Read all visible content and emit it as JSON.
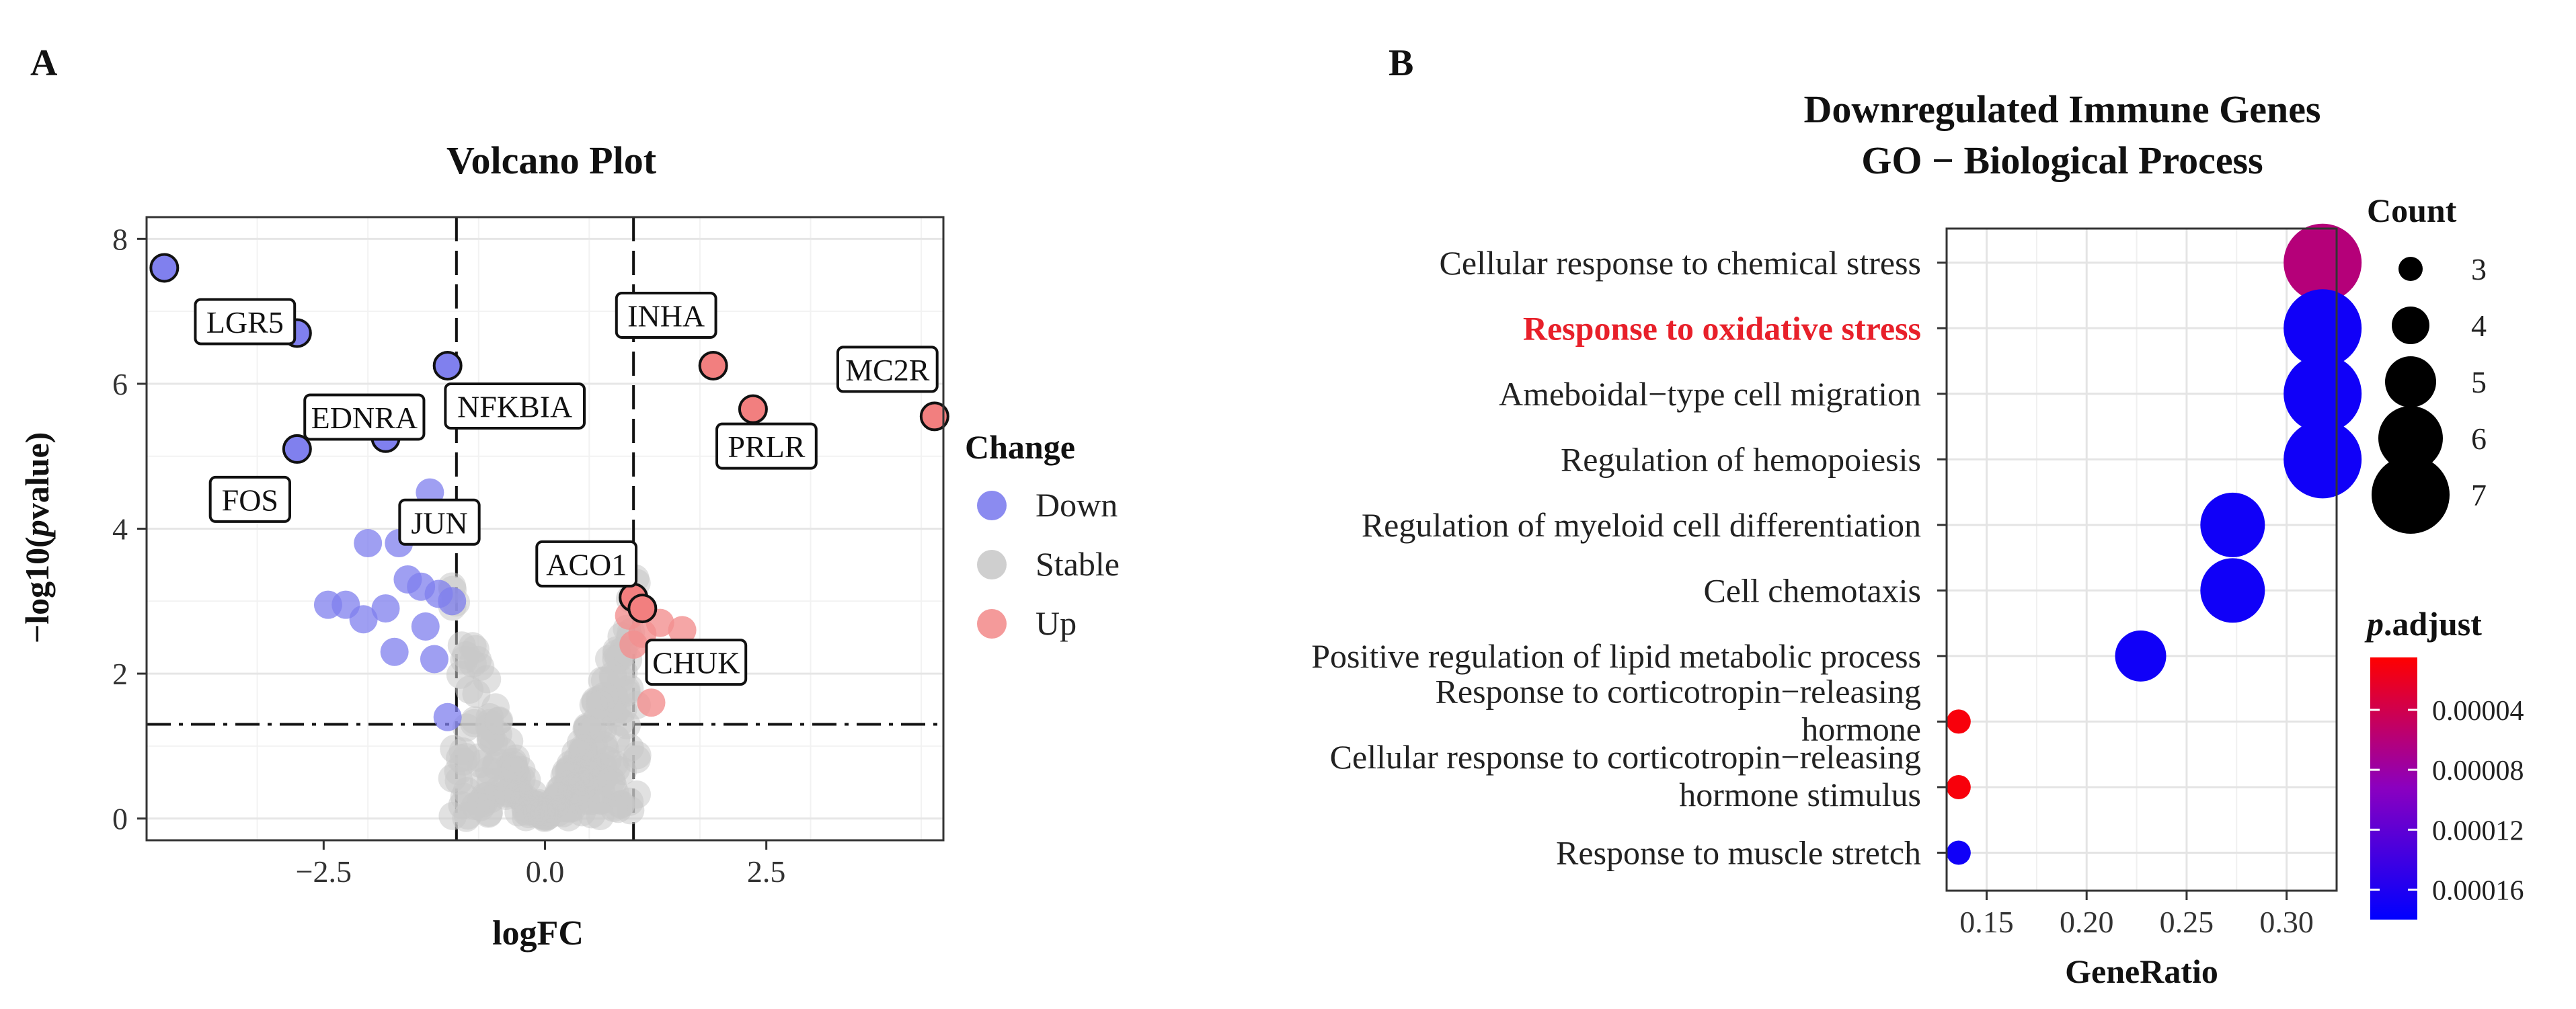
{
  "panels": {
    "a_label": "A",
    "b_label": "B"
  },
  "chart_data": [
    {
      "type": "scatter",
      "panel": "A",
      "title": "Volcano Plot",
      "xlabel": "logFC",
      "ylabel_prefix": "−log10(",
      "ylabel_italic": "p",
      "ylabel_suffix": "value)",
      "xlim": [
        -4.5,
        4.5
      ],
      "ylim": [
        -0.3,
        8.3
      ],
      "xticks": [
        -2.5,
        0.0,
        2.5
      ],
      "xtick_labels": [
        "−2.5",
        "0.0",
        "2.5"
      ],
      "yticks": [
        0,
        2,
        4,
        6,
        8
      ],
      "ytick_labels": [
        "0",
        "2",
        "4",
        "6",
        "8"
      ],
      "grid": true,
      "threshold_x": [
        -1,
        1
      ],
      "threshold_y": 1.3,
      "legend": {
        "title": "Change",
        "position": "right",
        "entries": [
          {
            "label": "Down",
            "color": "#8b8bf0"
          },
          {
            "label": "Stable",
            "color": "#cfcfcf"
          },
          {
            "label": "Up",
            "color": "#f49a9a"
          }
        ]
      },
      "labeled_points": [
        {
          "name": "LGR5",
          "x": -4.3,
          "y": 7.6,
          "group": "Down"
        },
        {
          "name": "EDNRA",
          "x": -2.8,
          "y": 6.7,
          "group": "Down"
        },
        {
          "name": "NFKBIA",
          "x": -1.1,
          "y": 6.25,
          "group": "Down"
        },
        {
          "name": "JUN",
          "x": -1.8,
          "y": 5.25,
          "group": "Down"
        },
        {
          "name": "FOS",
          "x": -2.8,
          "y": 5.1,
          "group": "Down"
        },
        {
          "name": "INHA",
          "x": 1.9,
          "y": 6.25,
          "group": "Up"
        },
        {
          "name": "PRLR",
          "x": 2.35,
          "y": 5.65,
          "group": "Up"
        },
        {
          "name": "MC2R",
          "x": 4.4,
          "y": 5.55,
          "group": "Up"
        },
        {
          "name": "ACO1",
          "x": 1.0,
          "y": 3.05,
          "group": "Up"
        },
        {
          "name": "CHUK",
          "x": 1.1,
          "y": 2.9,
          "group": "Up"
        }
      ],
      "down_points": [
        [
          -1.3,
          4.5
        ],
        [
          -2.0,
          3.8
        ],
        [
          -1.65,
          3.8
        ],
        [
          -1.55,
          3.3
        ],
        [
          -2.45,
          2.95
        ],
        [
          -2.25,
          2.95
        ],
        [
          -2.05,
          2.75
        ],
        [
          -1.8,
          2.9
        ],
        [
          -1.2,
          3.1
        ],
        [
          -1.05,
          3.0
        ],
        [
          -1.35,
          2.65
        ],
        [
          -1.7,
          2.3
        ],
        [
          -1.25,
          2.2
        ],
        [
          -1.1,
          1.4
        ],
        [
          -1.4,
          3.2
        ]
      ],
      "up_points": [
        [
          1.3,
          2.7
        ],
        [
          1.55,
          2.6
        ],
        [
          1.0,
          2.4
        ],
        [
          1.2,
          1.6
        ],
        [
          1.1,
          2.55
        ],
        [
          0.95,
          2.8
        ]
      ]
    },
    {
      "type": "scatter",
      "subtype": "dotplot",
      "panel": "B",
      "title": [
        "Downregulated Immune Genes",
        "GO − Biological Process"
      ],
      "xlabel": "GeneRatio",
      "xlim": [
        0.13,
        0.325
      ],
      "xticks": [
        0.15,
        0.2,
        0.25,
        0.3
      ],
      "xtick_labels": [
        "0.15",
        "0.20",
        "0.25",
        "0.30"
      ],
      "grid": true,
      "highlight_color": "#e8202a",
      "terms": [
        {
          "label": [
            "Cellular response to chemical stress"
          ],
          "gene_ratio": 0.318,
          "count": 7,
          "p_adjust": 6e-05,
          "highlight": false
        },
        {
          "label": [
            "Response to oxidative stress"
          ],
          "gene_ratio": 0.318,
          "count": 7,
          "p_adjust": 0.00017,
          "highlight": true
        },
        {
          "label": [
            "Ameboidal−type cell migration"
          ],
          "gene_ratio": 0.318,
          "count": 7,
          "p_adjust": 0.00017,
          "highlight": false
        },
        {
          "label": [
            "Regulation of hemopoiesis"
          ],
          "gene_ratio": 0.318,
          "count": 7,
          "p_adjust": 0.00017,
          "highlight": false
        },
        {
          "label": [
            "Regulation of myeloid cell differentiation"
          ],
          "gene_ratio": 0.273,
          "count": 6,
          "p_adjust": 0.00017,
          "highlight": false
        },
        {
          "label": [
            "Cell chemotaxis"
          ],
          "gene_ratio": 0.273,
          "count": 6,
          "p_adjust": 0.00017,
          "highlight": false
        },
        {
          "label": [
            "Positive regulation of lipid metabolic process"
          ],
          "gene_ratio": 0.227,
          "count": 5,
          "p_adjust": 0.00017,
          "highlight": false
        },
        {
          "label": [
            "Response to corticotropin−releasing",
            "hormone"
          ],
          "gene_ratio": 0.136,
          "count": 3,
          "p_adjust": 1e-05,
          "highlight": false
        },
        {
          "label": [
            "Cellular response to corticotropin−releasing",
            "hormone stimulus"
          ],
          "gene_ratio": 0.136,
          "count": 3,
          "p_adjust": 1e-05,
          "highlight": false
        },
        {
          "label": [
            "Response to muscle stretch"
          ],
          "gene_ratio": 0.136,
          "count": 3,
          "p_adjust": 0.00017,
          "highlight": false
        }
      ],
      "size_legend": {
        "title": "Count",
        "values": [
          3,
          4,
          5,
          6,
          7
        ],
        "labels": [
          "3",
          "4",
          "5",
          "6",
          "7"
        ]
      },
      "color_legend": {
        "title_italic": "p",
        "title_suffix": ".adjust",
        "low_color": "#ff0000",
        "high_color": "#0000ff",
        "range": [
          5e-06,
          0.00018
        ],
        "ticks": [
          4e-05,
          8e-05,
          0.00012,
          0.00016
        ],
        "tick_labels": [
          "0.00004",
          "0.00008",
          "0.00012",
          "0.00016"
        ]
      }
    }
  ]
}
